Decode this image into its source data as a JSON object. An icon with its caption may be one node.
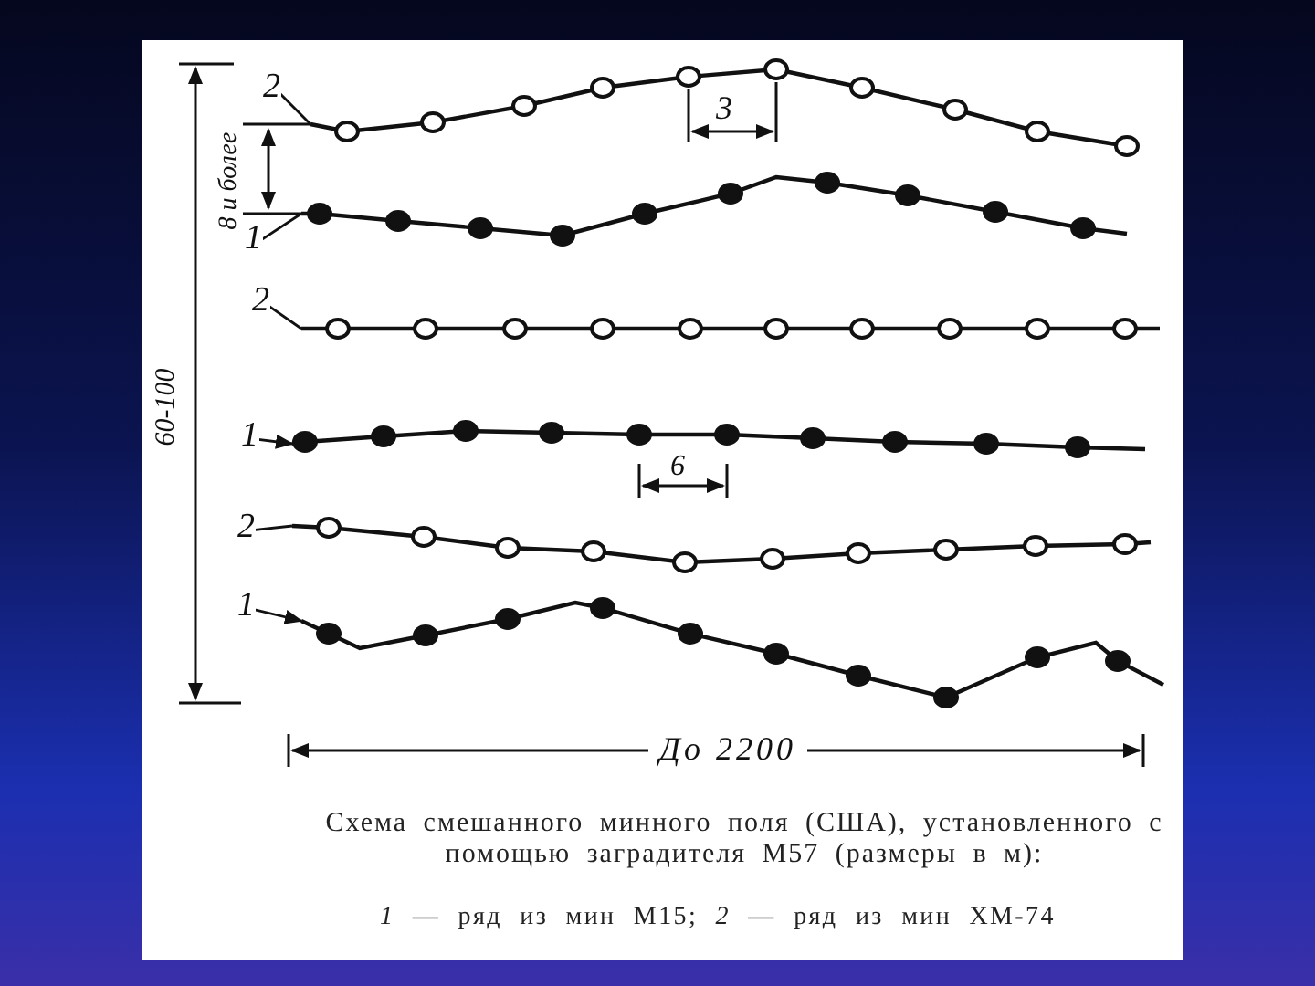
{
  "diagram": {
    "caption": "Схема смешанного минного поля (США), установленного с помощью заградителя М57 (размеры в м):",
    "nodes": [
      {
        "text": [
          "2"
        ]
      },
      {
        "text": [
          "1"
        ]
      },
      {
        "text": [
          "2"
        ]
      },
      {
        "text": [
          "1"
        ]
      },
      {
        "text": [
          "2"
        ]
      },
      {
        "text": [
          "1"
        ]
      },
      {
        "text": [],
        "shape": "line"
      },
      {
        "text": [],
        "shape": "line"
      },
      {
        "text": [],
        "shape": "line"
      },
      {
        "text": [],
        "shape": "line"
      },
      {
        "text": [],
        "shape": "line"
      },
      {
        "text": [],
        "shape": "line"
      }
    ],
    "edges": [
      {
        "from": 0,
        "to": 6,
        "arrow": "none"
      },
      {
        "from": 1,
        "to": 7,
        "arrow": "none"
      },
      {
        "from": 2,
        "to": 8,
        "arrow": "none"
      },
      {
        "from": 3,
        "to": 9,
        "arrow": "to"
      },
      {
        "from": 4,
        "to": 10,
        "arrow": "none"
      },
      {
        "from": 5,
        "to": 11,
        "arrow": "to"
      }
    ],
    "labels": [
      "3",
      "8 и более",
      "60-100",
      "6",
      "До 2200",
      "*1* — ряд из мин М15; *2* — ряд из мин ХМ-74"
    ]
  }
}
